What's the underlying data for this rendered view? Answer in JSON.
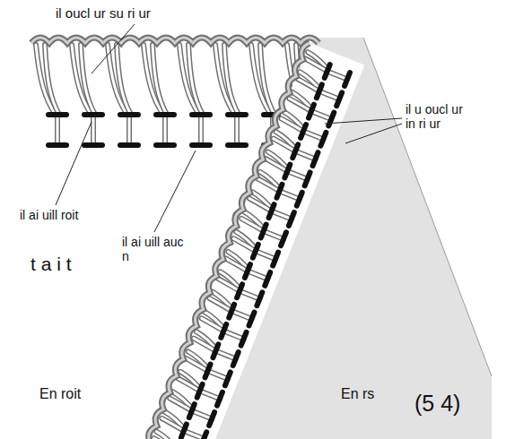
{
  "diagram": {
    "labels": [
      "il oucl ur su ri ur",
      "il ai uill roit",
      "il ai uill auc n",
      "t a i t",
      "il u oucl ur in ri ur",
      "En roit",
      "En rs",
      "(5 4)"
    ]
  }
}
